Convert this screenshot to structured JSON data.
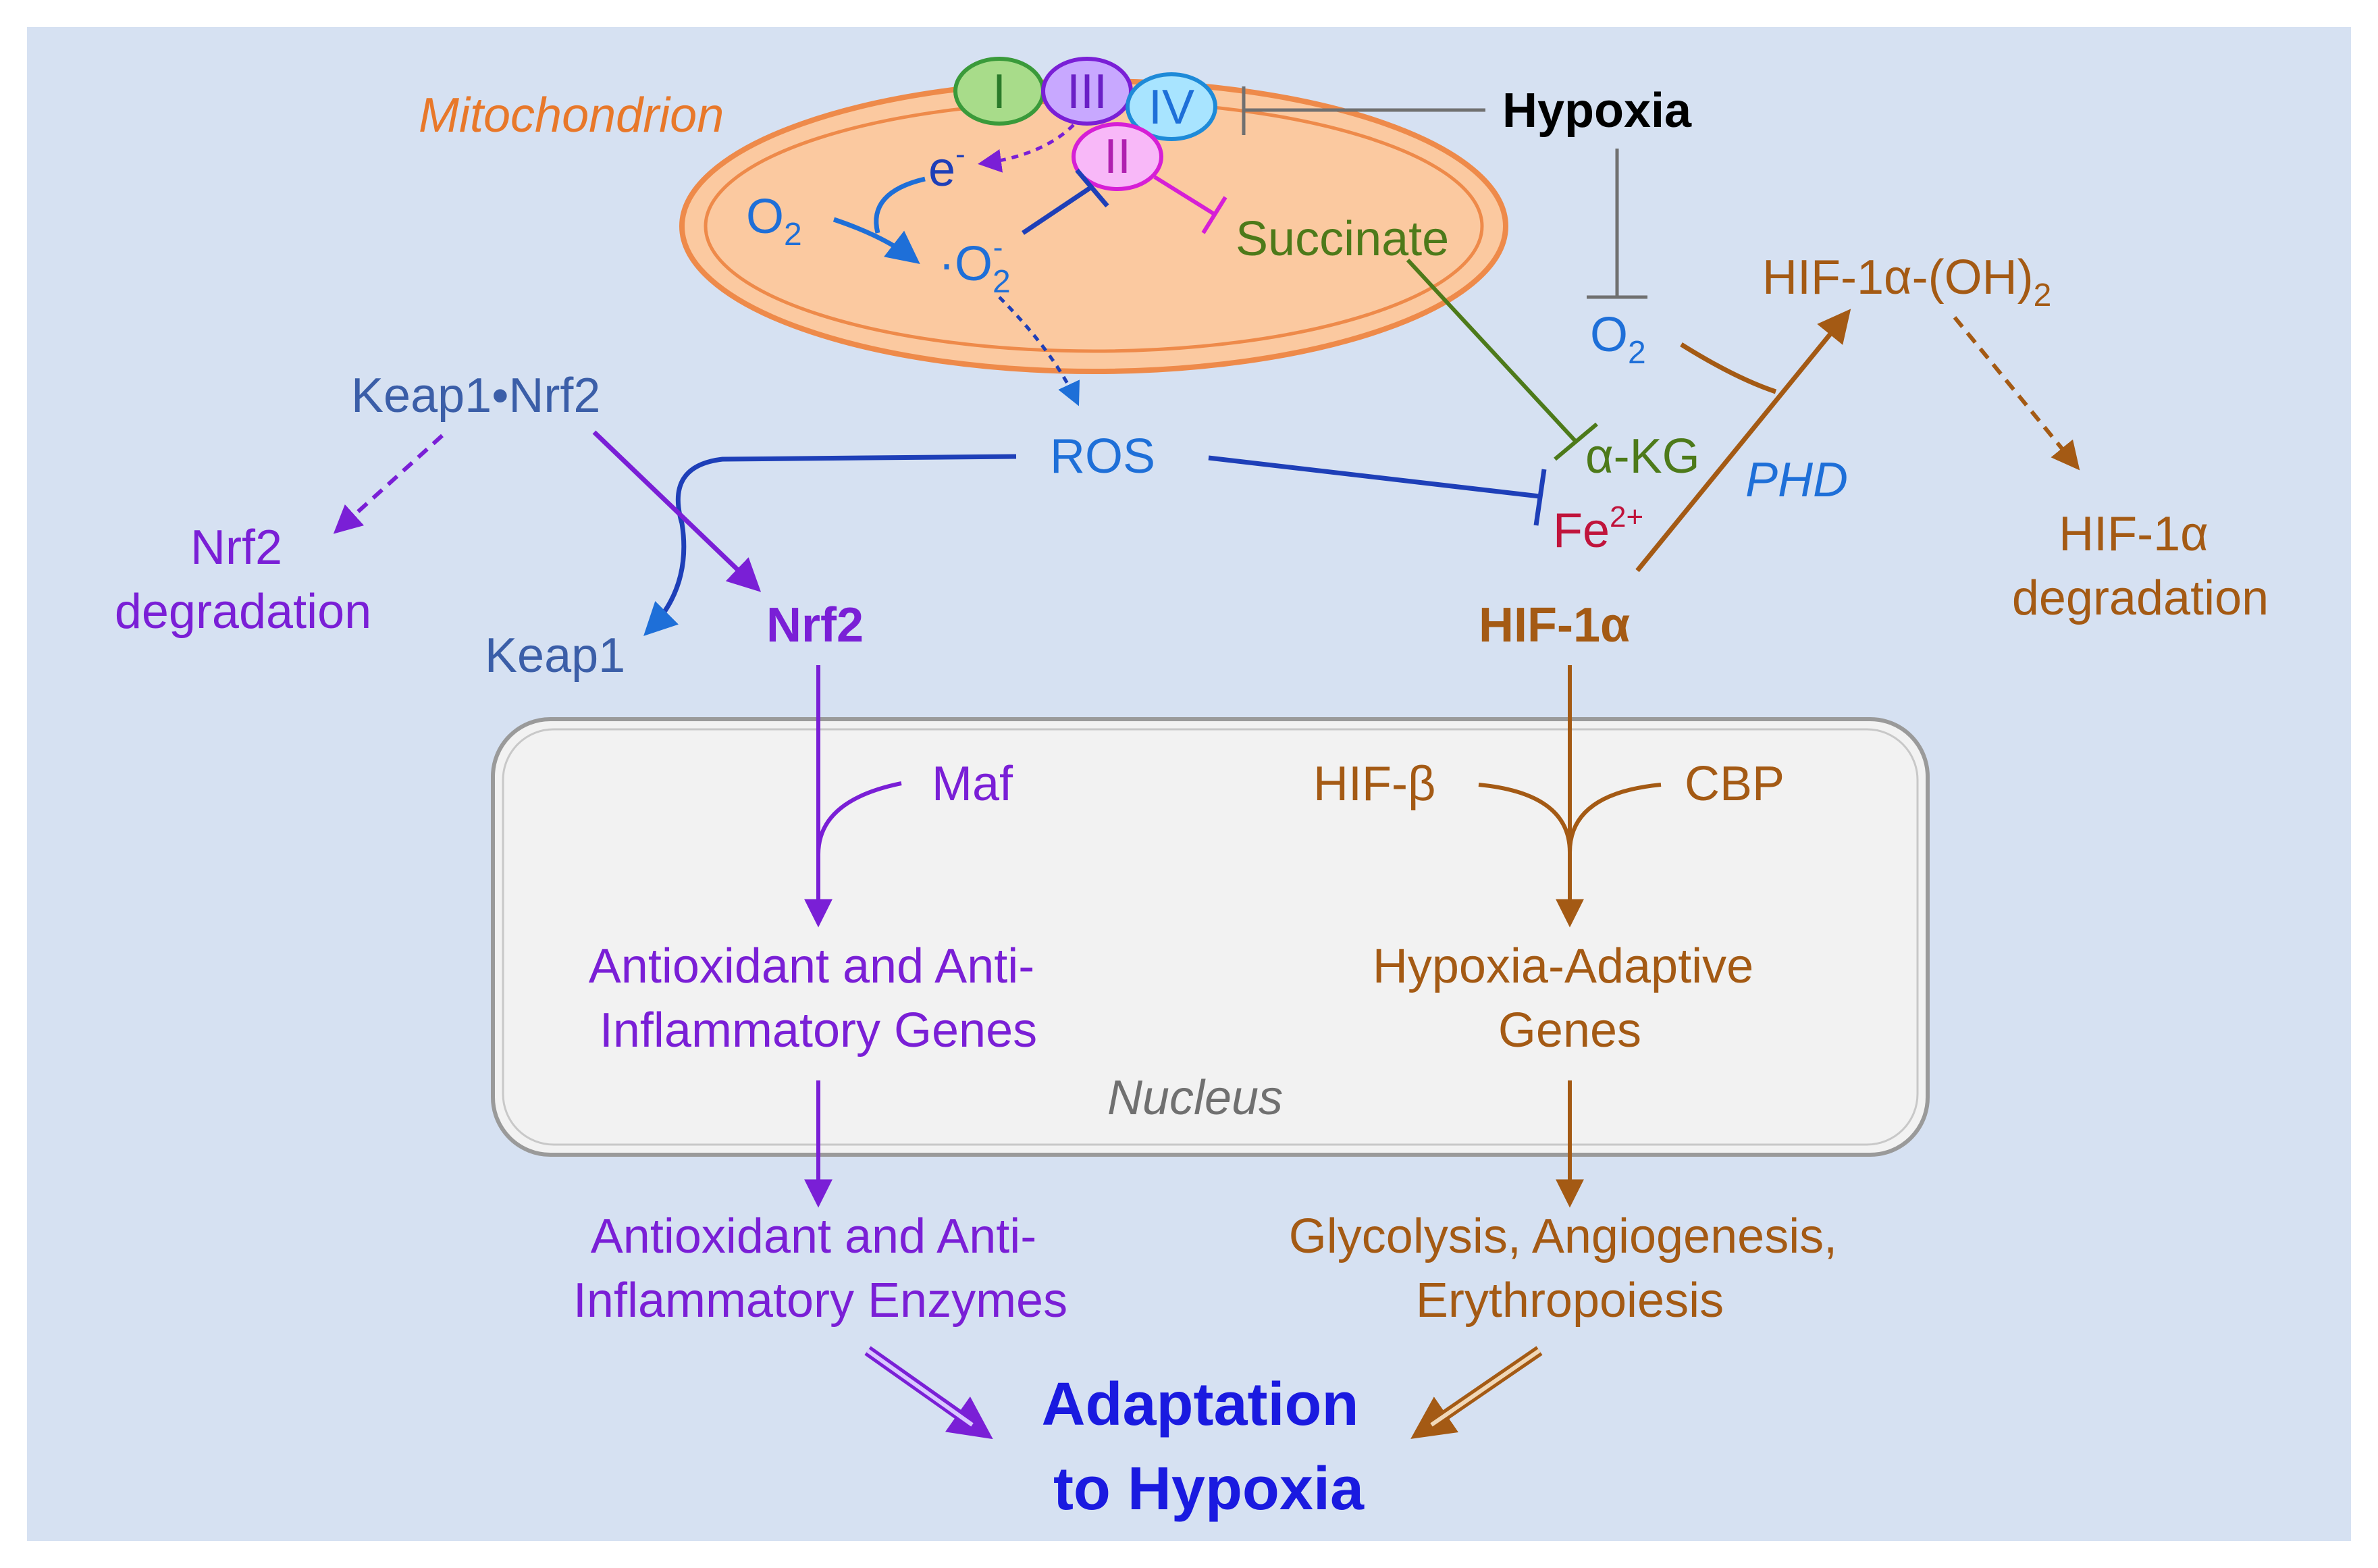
{
  "colors": {
    "background": "#d6e1f2",
    "blue": "#1e6fd8",
    "purple": "#7a1fd6",
    "brown": "#a45a14",
    "slate": "#3b5ea8",
    "green": "#4d7a1a",
    "red": "#c0143c",
    "magenta": "#d61fd6",
    "gray": "#707070",
    "mito_fill": "#fbc9a0",
    "mito_border": "#ee8a4a",
    "nucleus_fill": "#f2f2f2",
    "adaptation": "#1a1ae0"
  },
  "labels": {
    "mitochondrion": "Mitochondrion",
    "complex_i": "I",
    "complex_iii": "III",
    "complex_iv": "IV",
    "complex_ii": "II",
    "electron": "e",
    "electron_sup": "-",
    "o2_mito": "O",
    "o2_mito_sub": "2",
    "superoxide_dot": "·",
    "superoxide": "O",
    "superoxide_sub": "2",
    "superoxide_sup": "-",
    "succinate": "Succinate",
    "hypoxia": "Hypoxia",
    "o2_right": "O",
    "o2_right_sub": "2",
    "hif_oh2": "HIF-1α-(OH)",
    "hif_oh2_sub": "2",
    "keap1_nrf2": "Keap1•Nrf2",
    "ros": "ROS",
    "akg": "α-KG",
    "phd": "PHD",
    "fe": "Fe",
    "fe_sup": "2+",
    "nrf2_degradation_1": "Nrf2",
    "nrf2_degradation_2": "degradation",
    "keap1": "Keap1",
    "nrf2": "Nrf2",
    "hif1a": "HIF-1α",
    "hif1a_degradation_1": "HIF-1α",
    "hif1a_degradation_2": "degradation",
    "maf": "Maf",
    "hif_beta": "HIF-β",
    "cbp": "CBP",
    "antiox_genes_1": "Antioxidant and Anti-",
    "antiox_genes_2": "Inflammatory Genes",
    "hypoxia_genes_1": "Hypoxia-Adaptive",
    "hypoxia_genes_2": "Genes",
    "nucleus": "Nucleus",
    "antiox_enzymes_1": "Antioxidant and Anti-",
    "antiox_enzymes_2": "Inflammatory Enzymes",
    "glyco_1": "Glycolysis, Angiogenesis,",
    "glyco_2": "Erythropoiesis",
    "adaptation_1": "Adaptation",
    "adaptation_2": "to Hypoxia"
  }
}
